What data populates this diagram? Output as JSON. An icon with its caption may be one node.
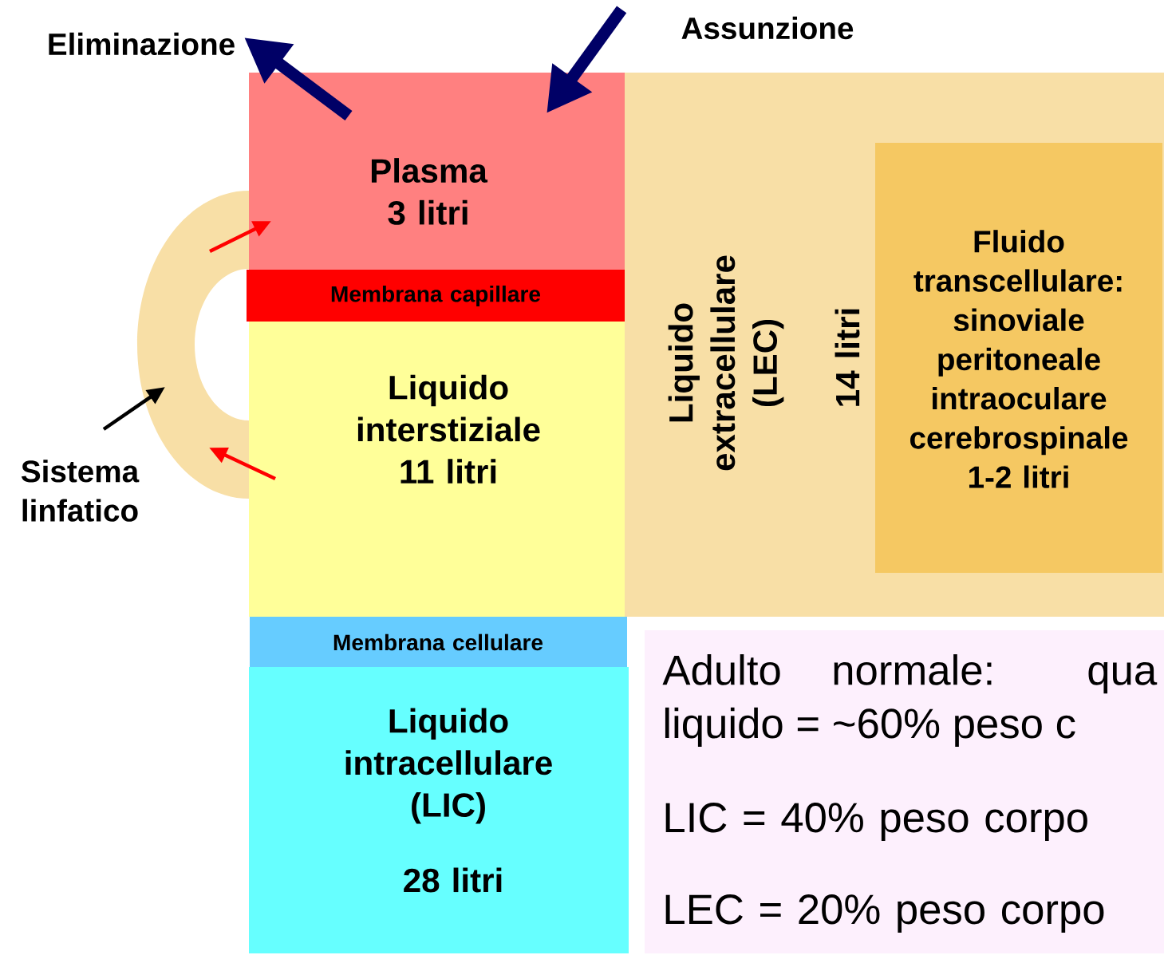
{
  "diagram": {
    "nodes": [
      {
        "text": [
          "Eliminazione"
        ]
      },
      {
        "text": [
          "Assunzione"
        ]
      },
      {
        "text": [
          "Liquido extracellulare (LEC)",
          "14 litri"
        ]
      },
      {
        "text": [
          "Plasma 3 litri"
        ]
      },
      {
        "text": [
          "Membrana capillare"
        ]
      },
      {
        "text": [
          "Liquido interstiziale 11 litri"
        ]
      },
      {
        "text": [
          "Fluido transcellulare: sinoviale peritoneale intraoculare cerebrospinale 1-2 litri"
        ],
        "in": 2
      },
      {
        "text": [
          "Membrana cellulare"
        ]
      },
      {
        "text": [
          "Liquido intracellulare (LIC)",
          "28 litri"
        ]
      },
      {
        "text": [
          "Sistema linfatico"
        ]
      },
      {
        "text": [],
        "shape": "arc"
      },
      {
        "text": [
          "Adulto normale: qua liquido = ~60% peso c",
          "LIC = 40% peso corpo",
          "LEC = 20% peso corpo"
        ]
      }
    ],
    "edges": [
      {
        "from": 3,
        "to": 0,
        "arrow": "to",
        "style": "thick",
        "color": "#000066"
      },
      {
        "from": 1,
        "to": 3,
        "arrow": "to",
        "style": "thick",
        "color": "#000066"
      },
      {
        "from": 10,
        "to": 3,
        "arrow": "to",
        "color": "#ff0000"
      },
      {
        "from": 5,
        "to": 10,
        "arrow": "to",
        "color": "#ff0000"
      },
      {
        "from": 9,
        "to": 10,
        "arrow": "to",
        "color": "#000000"
      }
    ]
  }
}
